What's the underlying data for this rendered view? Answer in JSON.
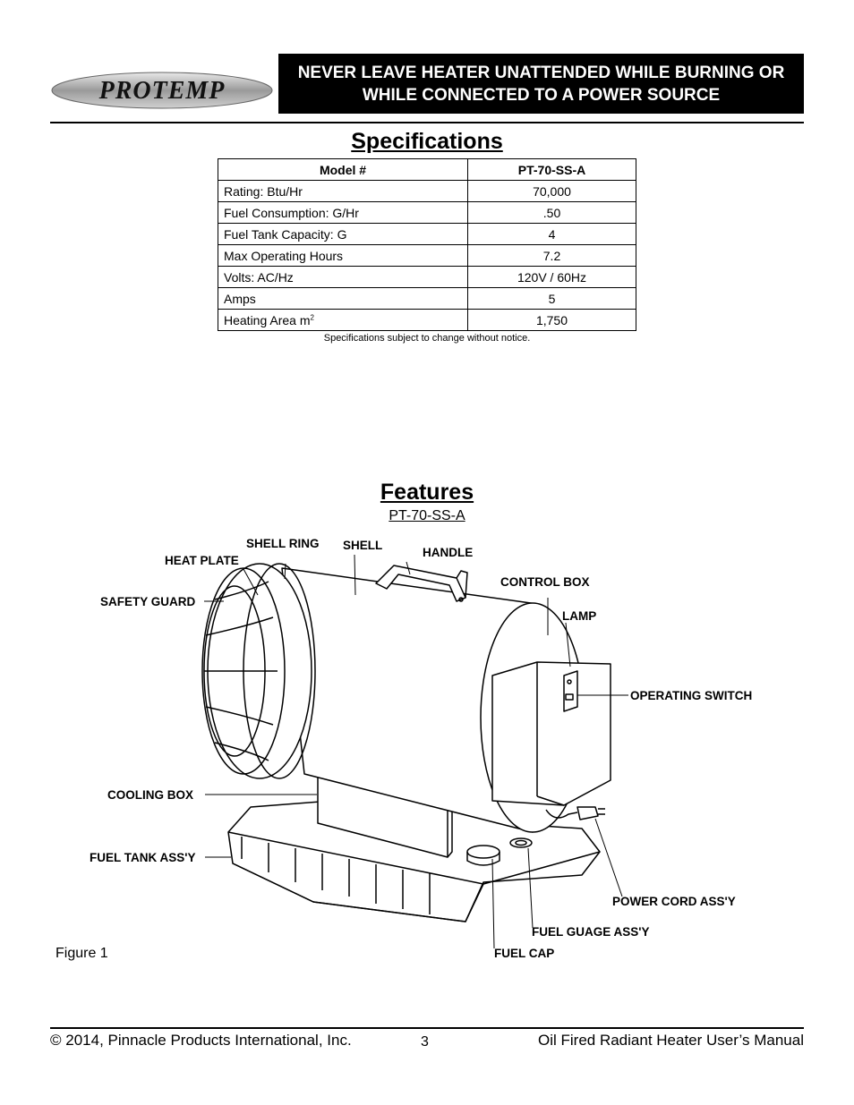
{
  "header": {
    "logo_text": "PROTEMP",
    "warning_line1": "NEVER LEAVE HEATER UNATTENDED WHILE BURNING OR",
    "warning_line2": "WHILE CONNECTED TO A POWER SOURCE"
  },
  "specs": {
    "title": "Specifications",
    "header_left": "Model #",
    "header_right": "PT-70-SS-A",
    "rows": [
      {
        "label": "Rating: Btu/Hr",
        "value": "70,000"
      },
      {
        "label": "Fuel Consumption: G/Hr",
        "value": ".50"
      },
      {
        "label": "Fuel Tank Capacity: G",
        "value": "4"
      },
      {
        "label": "Max Operating Hours",
        "value": "7.2"
      },
      {
        "label": "Volts: AC/Hz",
        "value": "120V / 60Hz"
      },
      {
        "label": "Amps",
        "value": "5"
      },
      {
        "label": "Heating Area m",
        "label_sup": "2",
        "value": "1,750"
      }
    ],
    "note": "Specifications subject to change without notice."
  },
  "features": {
    "title": "Features",
    "model": "PT-70-SS-A",
    "labels": {
      "shell_ring": "SHELL RING",
      "shell": "SHELL",
      "handle": "HANDLE",
      "heat_plate": "HEAT PLATE",
      "safety_guard": "SAFETY GUARD",
      "control_box": "CONTROL BOX",
      "lamp": "LAMP",
      "operating_switch": "OPERATING SWITCH",
      "cooling_box": "COOLING BOX",
      "fuel_tank": "FUEL TANK ASS'Y",
      "power_cord": "POWER CORD ASS'Y",
      "fuel_gauge": "FUEL GUAGE ASS'Y",
      "fuel_cap": "FUEL CAP"
    },
    "figure_label": "Figure 1"
  },
  "footer": {
    "copyright": "© 2014, Pinnacle Products International, Inc.",
    "page_number": "3",
    "manual_title": "Oil Fired Radiant Heater User’s Manual"
  }
}
